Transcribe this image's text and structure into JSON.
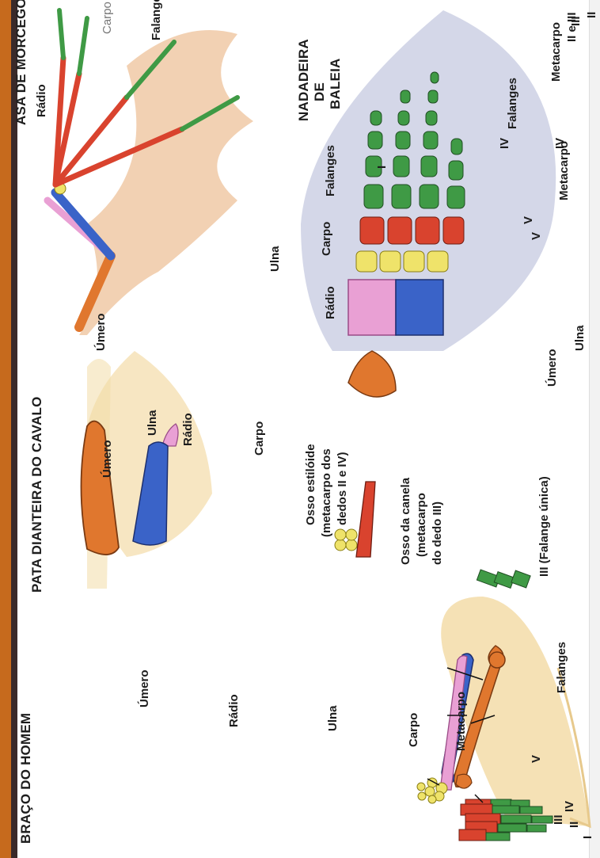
{
  "human": {
    "title": "BRAÇO DO HOMEM",
    "labels": {
      "umero": "Úmero",
      "radio": "Rádio",
      "ulna": "Ulna",
      "carpo": "Carpo",
      "metacarpo": "Metacarpo",
      "falanges": "Falanges"
    },
    "digits": [
      "I",
      "II",
      "III",
      "IV",
      "V"
    ]
  },
  "horse": {
    "title": "PATA DIANTEIRA DO CAVALO",
    "labels": {
      "umero": "Úmero",
      "ulna": "Ulna",
      "radio": "Rádio",
      "carpo": "Carpo",
      "estiloide_1": "Osso estilóide",
      "estiloide_2": "(metacarpo dos",
      "estiloide_3": "dedos II e IV)",
      "canela_1": "Osso da canela",
      "canela_2": "(metacarpo",
      "canela_3": "do dedo III)",
      "falange": "III (Falange única)"
    }
  },
  "bat": {
    "title": "ASA DE MORCEGO",
    "labels": {
      "carpo": "Carpo",
      "falange_i": "Falange I",
      "metacarpo": "Metacarpo",
      "falanges": "Falanges",
      "radio": "Rádio",
      "umero": "Úmero",
      "ulna": "Ulna"
    },
    "digits": {
      "ii_iii": "II e III",
      "iv": "IV",
      "v": "V"
    }
  },
  "whale": {
    "title_1": "NADADEIRA",
    "title_2": "DE",
    "title_3": "BALEIA",
    "labels": {
      "falanges": "Falanges",
      "carpo": "Carpo",
      "radio": "Rádio",
      "umero": "Úmero",
      "ulna": "Ulna",
      "metacarpo": "Metacarpo"
    },
    "digits": {
      "i": "I",
      "ii": "II",
      "iii": "III",
      "iv": "IV",
      "v": "V"
    }
  },
  "colors": {
    "umero": "#e0772e",
    "radio": "#3a63c8",
    "ulna": "#e9a0d4",
    "carpo": "#efe36a",
    "metacarpo": "#d9432e",
    "falanges": "#3f9a45",
    "skin": "#f3d9a0",
    "wing": "#f0c9a6",
    "fin": "#cfd3e6"
  }
}
